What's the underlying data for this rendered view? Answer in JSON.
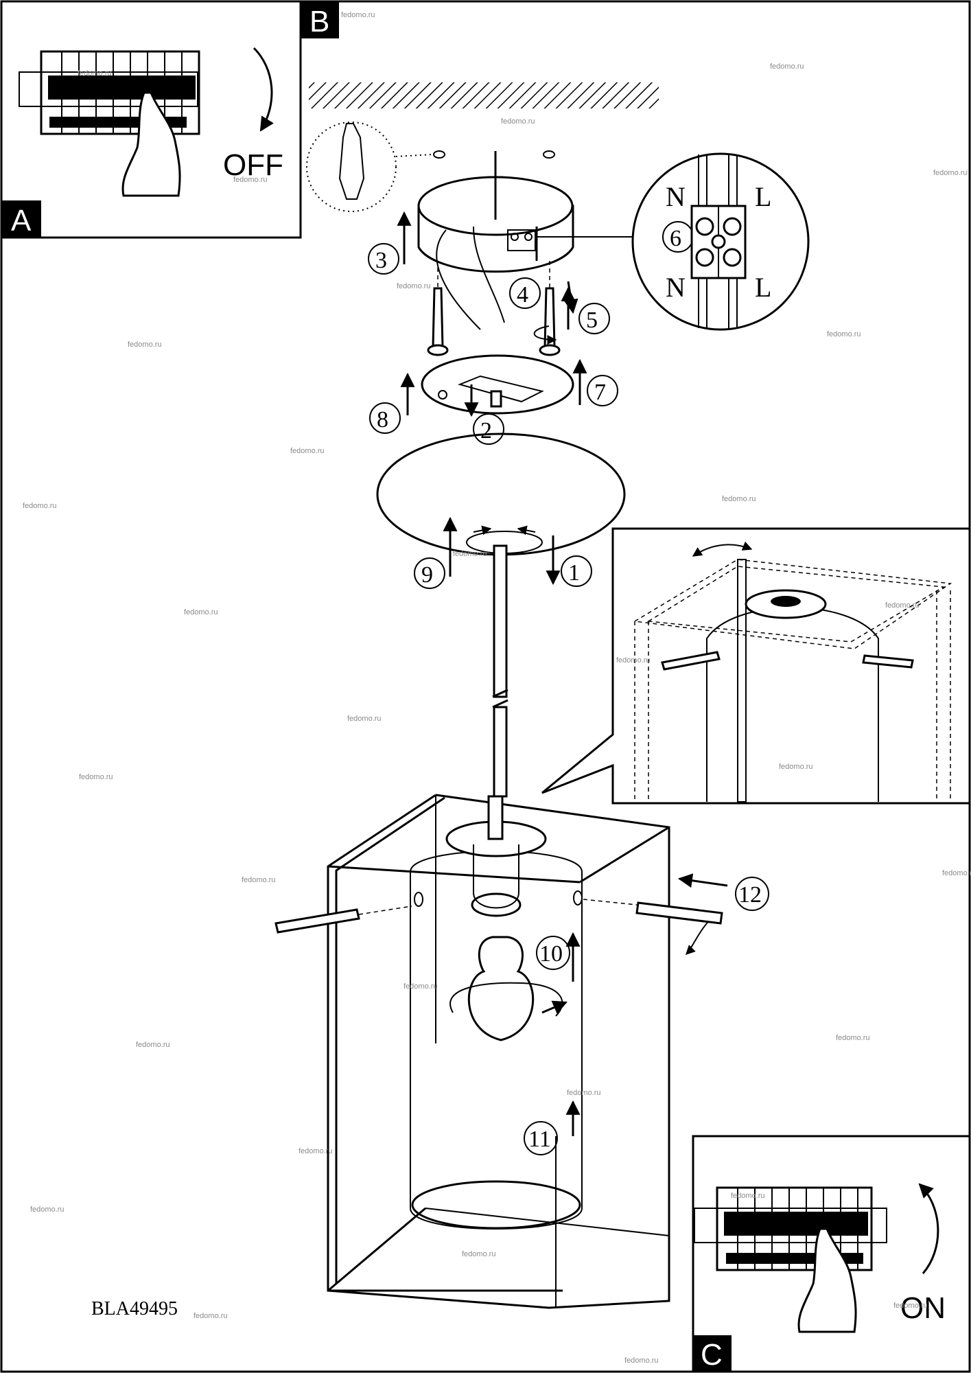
{
  "panels": {
    "A": {
      "letter": "A",
      "caption": "OFF"
    },
    "B": {
      "letter": "B"
    },
    "C": {
      "letter": "C",
      "caption": "ON"
    }
  },
  "steps": [
    "1",
    "2",
    "3",
    "4",
    "5",
    "6",
    "7",
    "8",
    "9",
    "10",
    "11",
    "12"
  ],
  "terminal_labels": {
    "top_left": "N",
    "top_right": "L",
    "bottom_left": "N",
    "bottom_right": "L"
  },
  "product_code": "BLA49495",
  "watermark": "fedomo.ru"
}
